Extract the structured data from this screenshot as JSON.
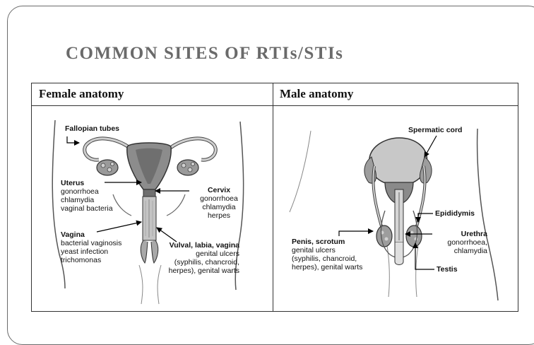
{
  "title": "COMMON SITES OF RTIs/STIs",
  "female": {
    "header": "Female anatomy",
    "fallopian": "Fallopian tubes",
    "uterus": {
      "heading": "Uterus",
      "lines": [
        "gonorrhoea",
        "chlamydia",
        "vaginal bacteria"
      ]
    },
    "cervix": {
      "heading": "Cervix",
      "lines": [
        "gonorrhoea",
        "chlamydia",
        "herpes"
      ]
    },
    "vagina": {
      "heading": "Vagina",
      "lines": [
        "bacterial vaginosis",
        "yeast infection",
        "trichomonas"
      ]
    },
    "vulval": {
      "heading": "Vulval, labia, vagina",
      "lines": [
        "genital ulcers",
        "(syphilis, chancroid,",
        "herpes), genital warts"
      ]
    }
  },
  "male": {
    "header": "Male anatomy",
    "spermatic": "Spermatic cord",
    "epididymis": "Epididymis",
    "urethra": {
      "heading": "Urethra",
      "lines": [
        "gonorrhoea,",
        "chlamydia"
      ]
    },
    "testis": "Testis",
    "penis": {
      "heading": "Penis, scrotum",
      "lines": [
        "genital ulcers",
        "(syphilis, chancroid,",
        "herpes), genital warts"
      ]
    }
  }
}
